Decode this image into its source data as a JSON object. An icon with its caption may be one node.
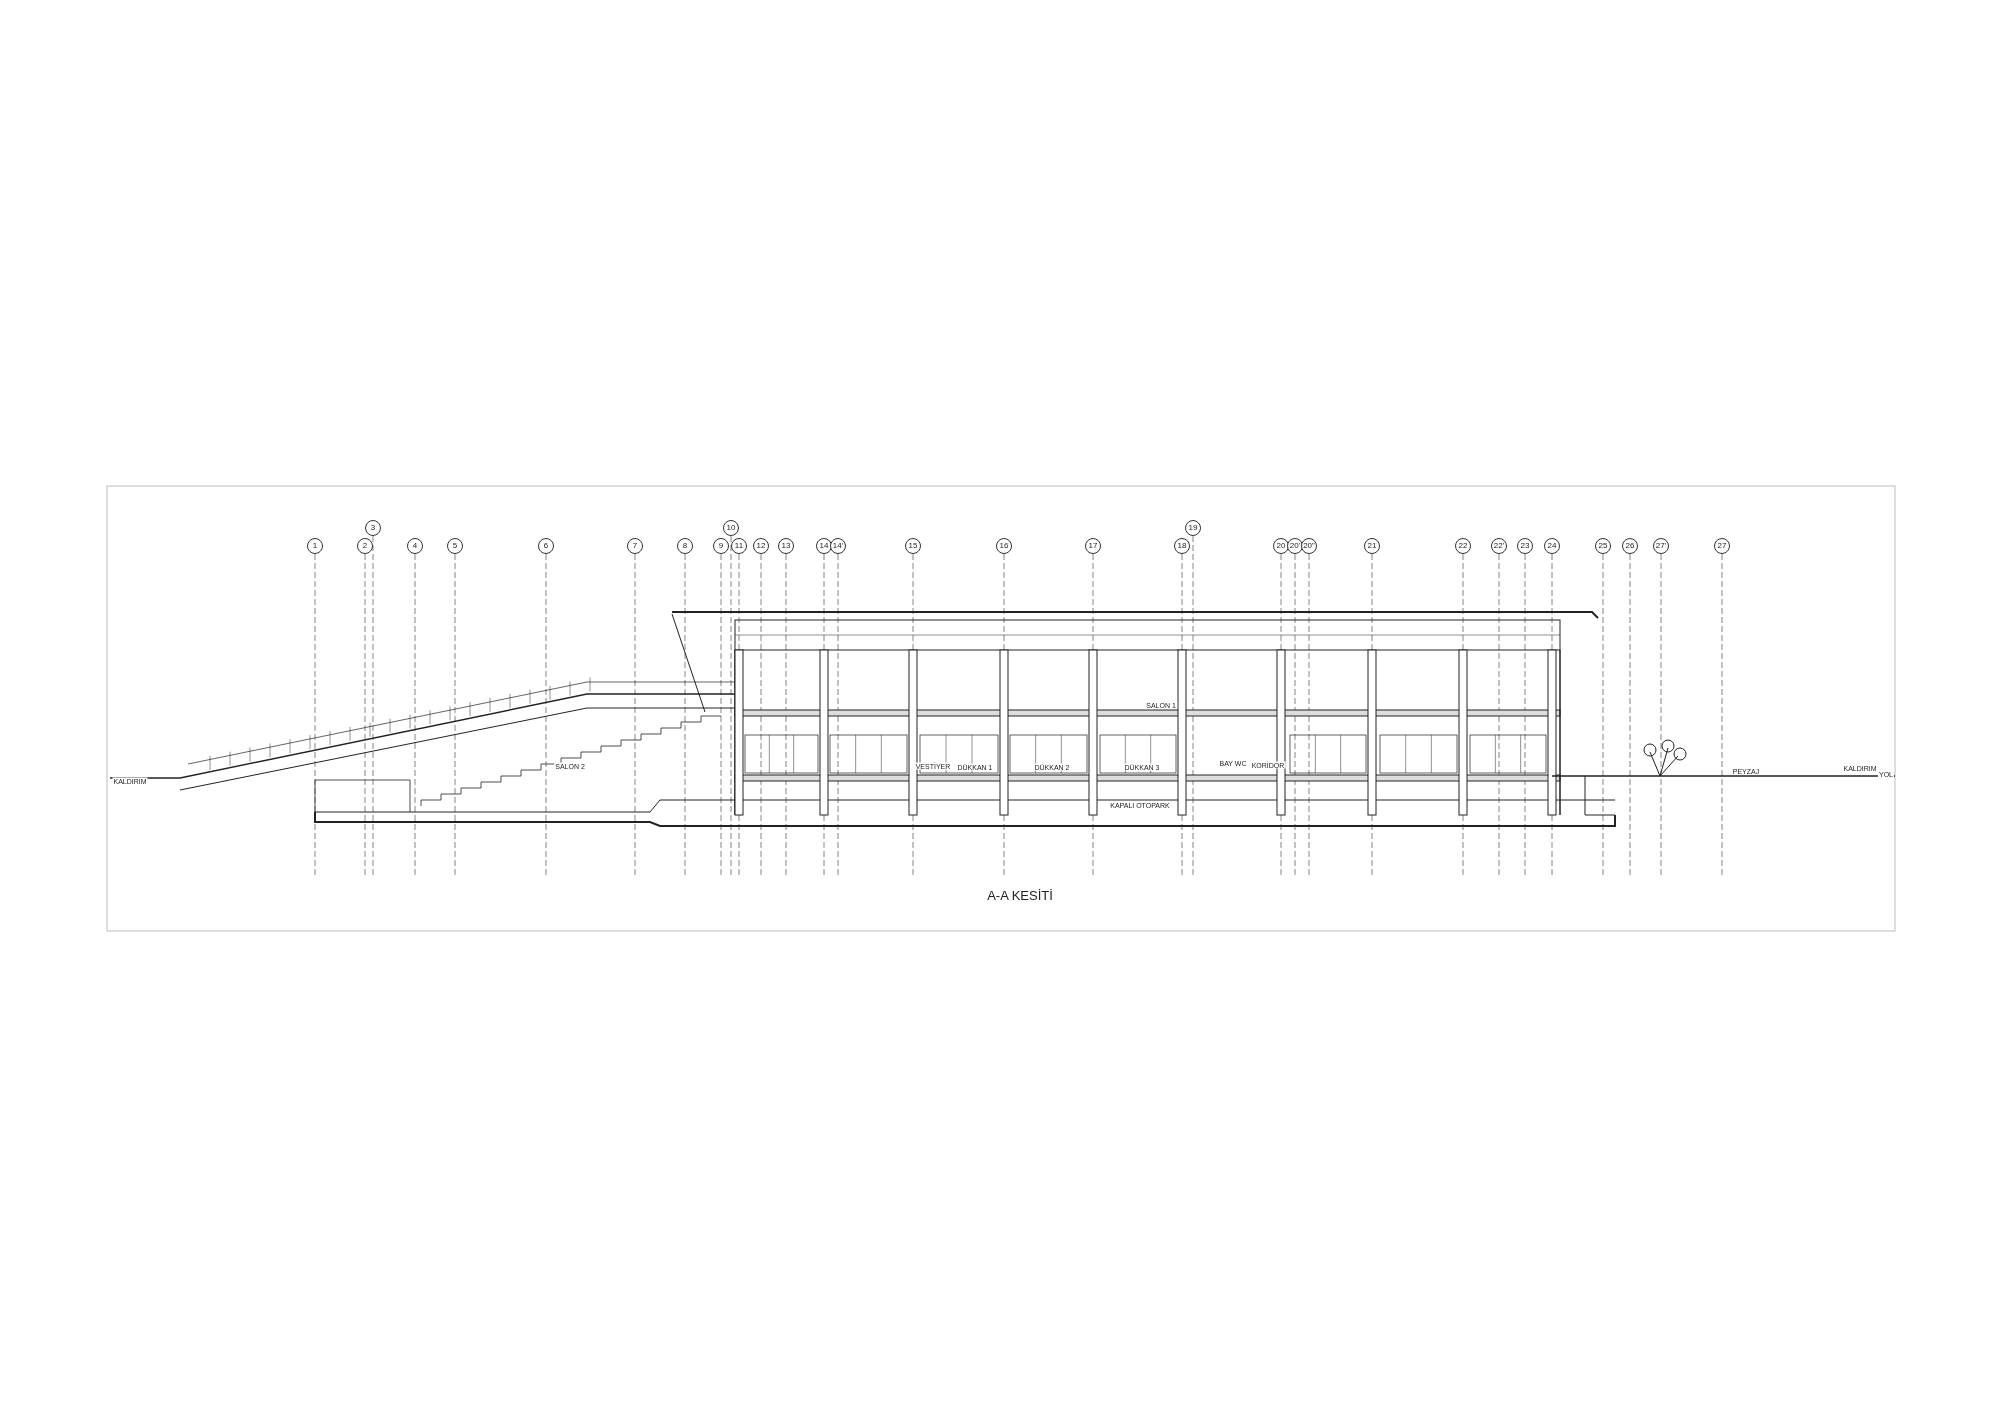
{
  "diagram": {
    "title": "A-A KESİTİ",
    "labels": [
      "1",
      "2",
      "3",
      "4",
      "5",
      "6",
      "7",
      "8",
      "9",
      "10",
      "11",
      "12",
      "13",
      "14",
      "14'",
      "15",
      "16",
      "17",
      "18",
      "19",
      "20",
      "20'",
      "20\"",
      "21",
      "22",
      "22'",
      "23",
      "24",
      "25",
      "26",
      "27'",
      "27",
      "KALDIRIM",
      "SALON 2",
      "SALON 1",
      "VESTİYER",
      "DÜKKAN 1",
      "DÜKKAN 2",
      "DÜKKAN 3",
      "KAPALI OTOPARK",
      "BAY WC",
      "KORİDOR",
      "PEYZAJ",
      "KALDIRIM",
      "YOL"
    ]
  }
}
